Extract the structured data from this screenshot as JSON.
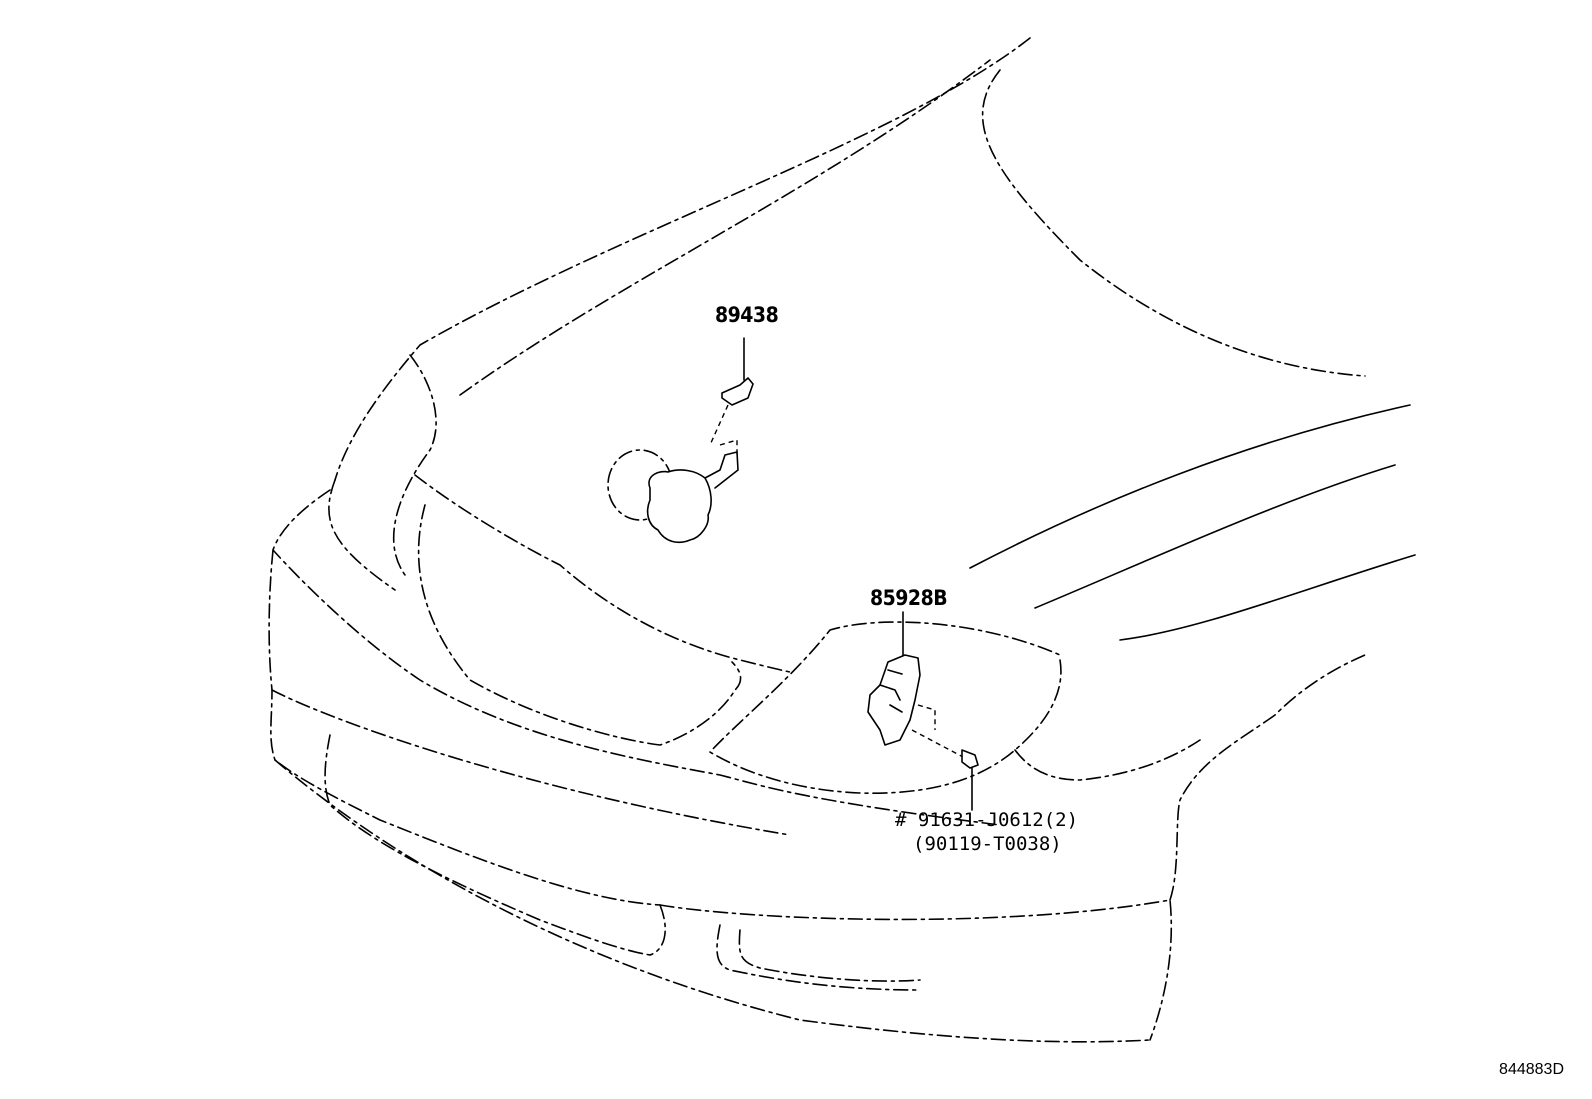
{
  "labels": {
    "part_89438": "89438",
    "part_85928b": "85928B",
    "bolt_primary": "# 91631-J0612(2)",
    "bolt_alt": "(90119-T0038)"
  },
  "diagram_id": "844883D"
}
